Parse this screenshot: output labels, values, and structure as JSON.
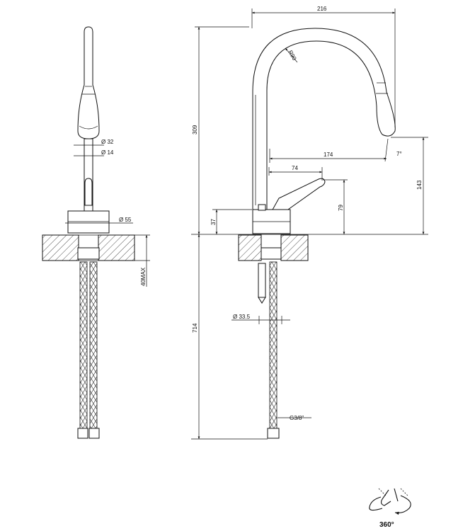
{
  "front_view": {
    "dim_spout_dia": "Ø 32",
    "dim_outlet_dia": "Ø 14",
    "dim_base_dia": "Ø 55",
    "dim_max_thickness": "40MAX"
  },
  "side_view": {
    "dim_reach": "216",
    "dim_radius": "R90",
    "dim_height": "309",
    "dim_outlet_reach": "174",
    "dim_outlet_angle": "7°",
    "dim_outlet_height": "143",
    "dim_lever_reach": "74",
    "dim_lever_height": "79",
    "dim_base_height": "37",
    "dim_hose_length": "714",
    "dim_shank_dia": "Ø 33.5",
    "dim_hose_thread": "G3/8\""
  },
  "rotation_symbol": {
    "label": "360°"
  }
}
